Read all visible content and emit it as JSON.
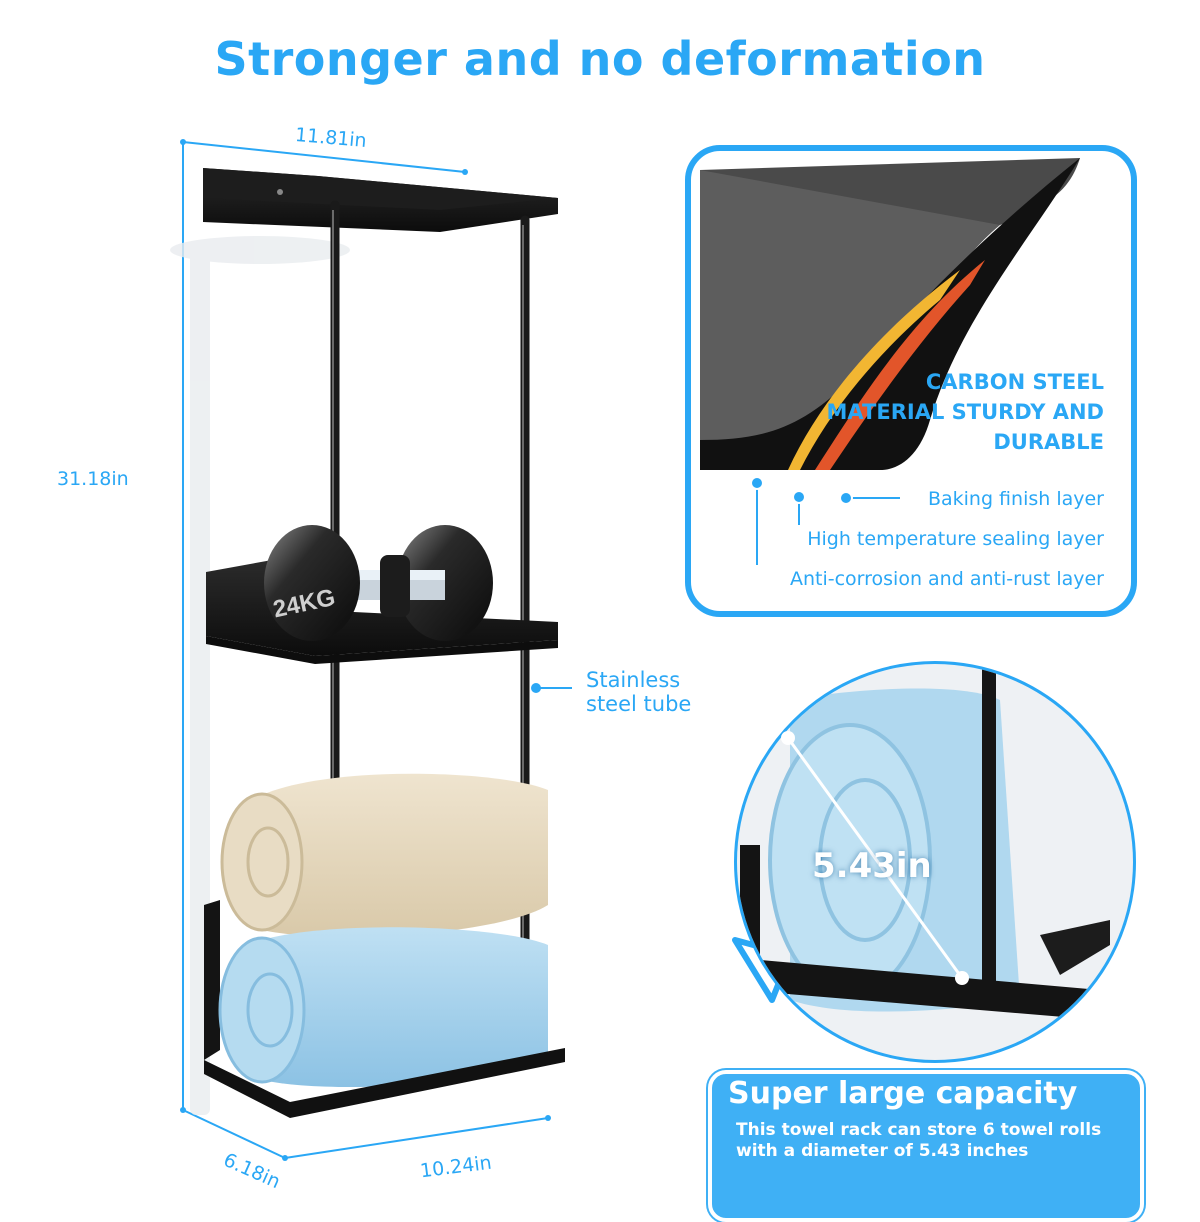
{
  "title": "Stronger and no deformation",
  "dimensions": {
    "width_top": "11.81in",
    "height": "31.18in",
    "depth": "6.18in",
    "width_bottom": "10.24in"
  },
  "dumbbell_label": "24KG",
  "tube_label": "Stainless steel tube",
  "material_panel": {
    "heading": "CARBON STEEL MATERIAL STURDY AND DURABLE",
    "layers": [
      "Baking finish layer",
      "High temperature sealing layer",
      "Anti-corrosion and anti-rust layer"
    ],
    "layer_colors": [
      "#111111",
      "#e2552a",
      "#f2b632"
    ]
  },
  "towel_diameter": "5.43in",
  "capacity": {
    "title": "Super large capacity",
    "text": "This towel rack can store 6 towel rolls with a diameter of 5.43 inches"
  },
  "colors": {
    "accent": "#2aa7f5",
    "rack": "#141414",
    "towel_beige": "#e9ddc7",
    "towel_blue": "#a9d3ec"
  }
}
